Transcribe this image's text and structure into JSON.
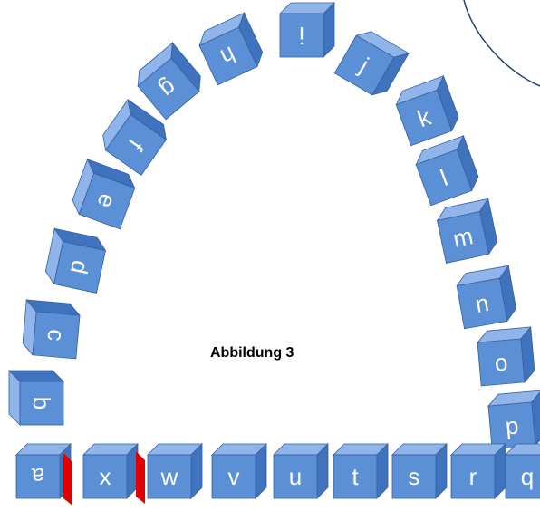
{
  "caption": "Abbildung 3",
  "colors": {
    "front": "#5b8fd6",
    "top": "#8fb5ea",
    "side": "#3f73bd",
    "edge": "#355f9e",
    "spacer": "#e00000",
    "circle": "#1f3f75"
  },
  "arch_cubes": [
    {
      "letter": "i",
      "flipped": true
    },
    {
      "letter": "h",
      "flipped": true
    },
    {
      "letter": "g",
      "flipped": true
    },
    {
      "letter": "f",
      "flipped": true
    },
    {
      "letter": "e",
      "flipped": true
    },
    {
      "letter": "d",
      "flipped": true
    },
    {
      "letter": "c",
      "flipped": true
    },
    {
      "letter": "b",
      "flipped": true
    },
    {
      "letter": "j",
      "flipped": false
    },
    {
      "letter": "k",
      "flipped": false
    },
    {
      "letter": "l",
      "flipped": false
    },
    {
      "letter": "m",
      "flipped": false
    },
    {
      "letter": "n",
      "flipped": false
    },
    {
      "letter": "o",
      "flipped": false
    },
    {
      "letter": "p",
      "flipped": false
    }
  ],
  "bottom_row": [
    "a",
    "x",
    "w",
    "v",
    "u",
    "t",
    "s",
    "r",
    "q"
  ]
}
